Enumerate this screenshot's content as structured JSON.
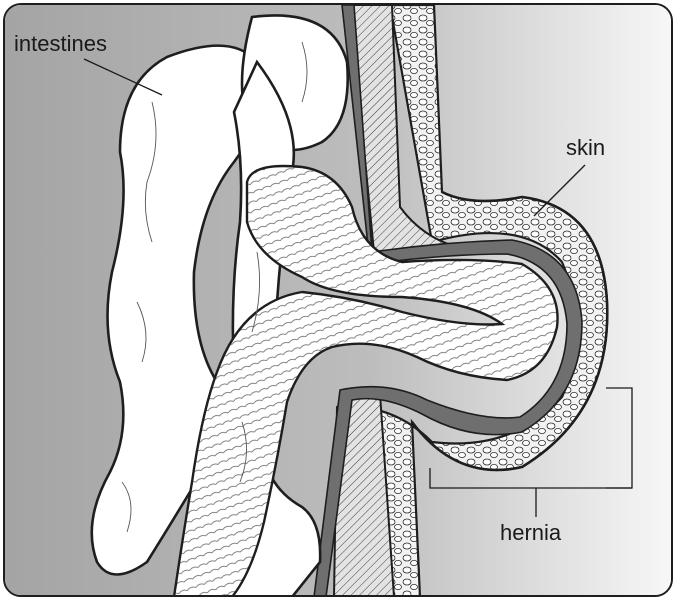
{
  "labels": {
    "intestines": "intestines",
    "skin": "skin",
    "hernia": "hernia"
  },
  "colors": {
    "background_gray": "#a9a9a9",
    "background_light": "#f4f4f4",
    "outline": "#1e1e1e",
    "muscle_layer": "#6f6f6f",
    "tissue_fill": "#ffffff"
  }
}
